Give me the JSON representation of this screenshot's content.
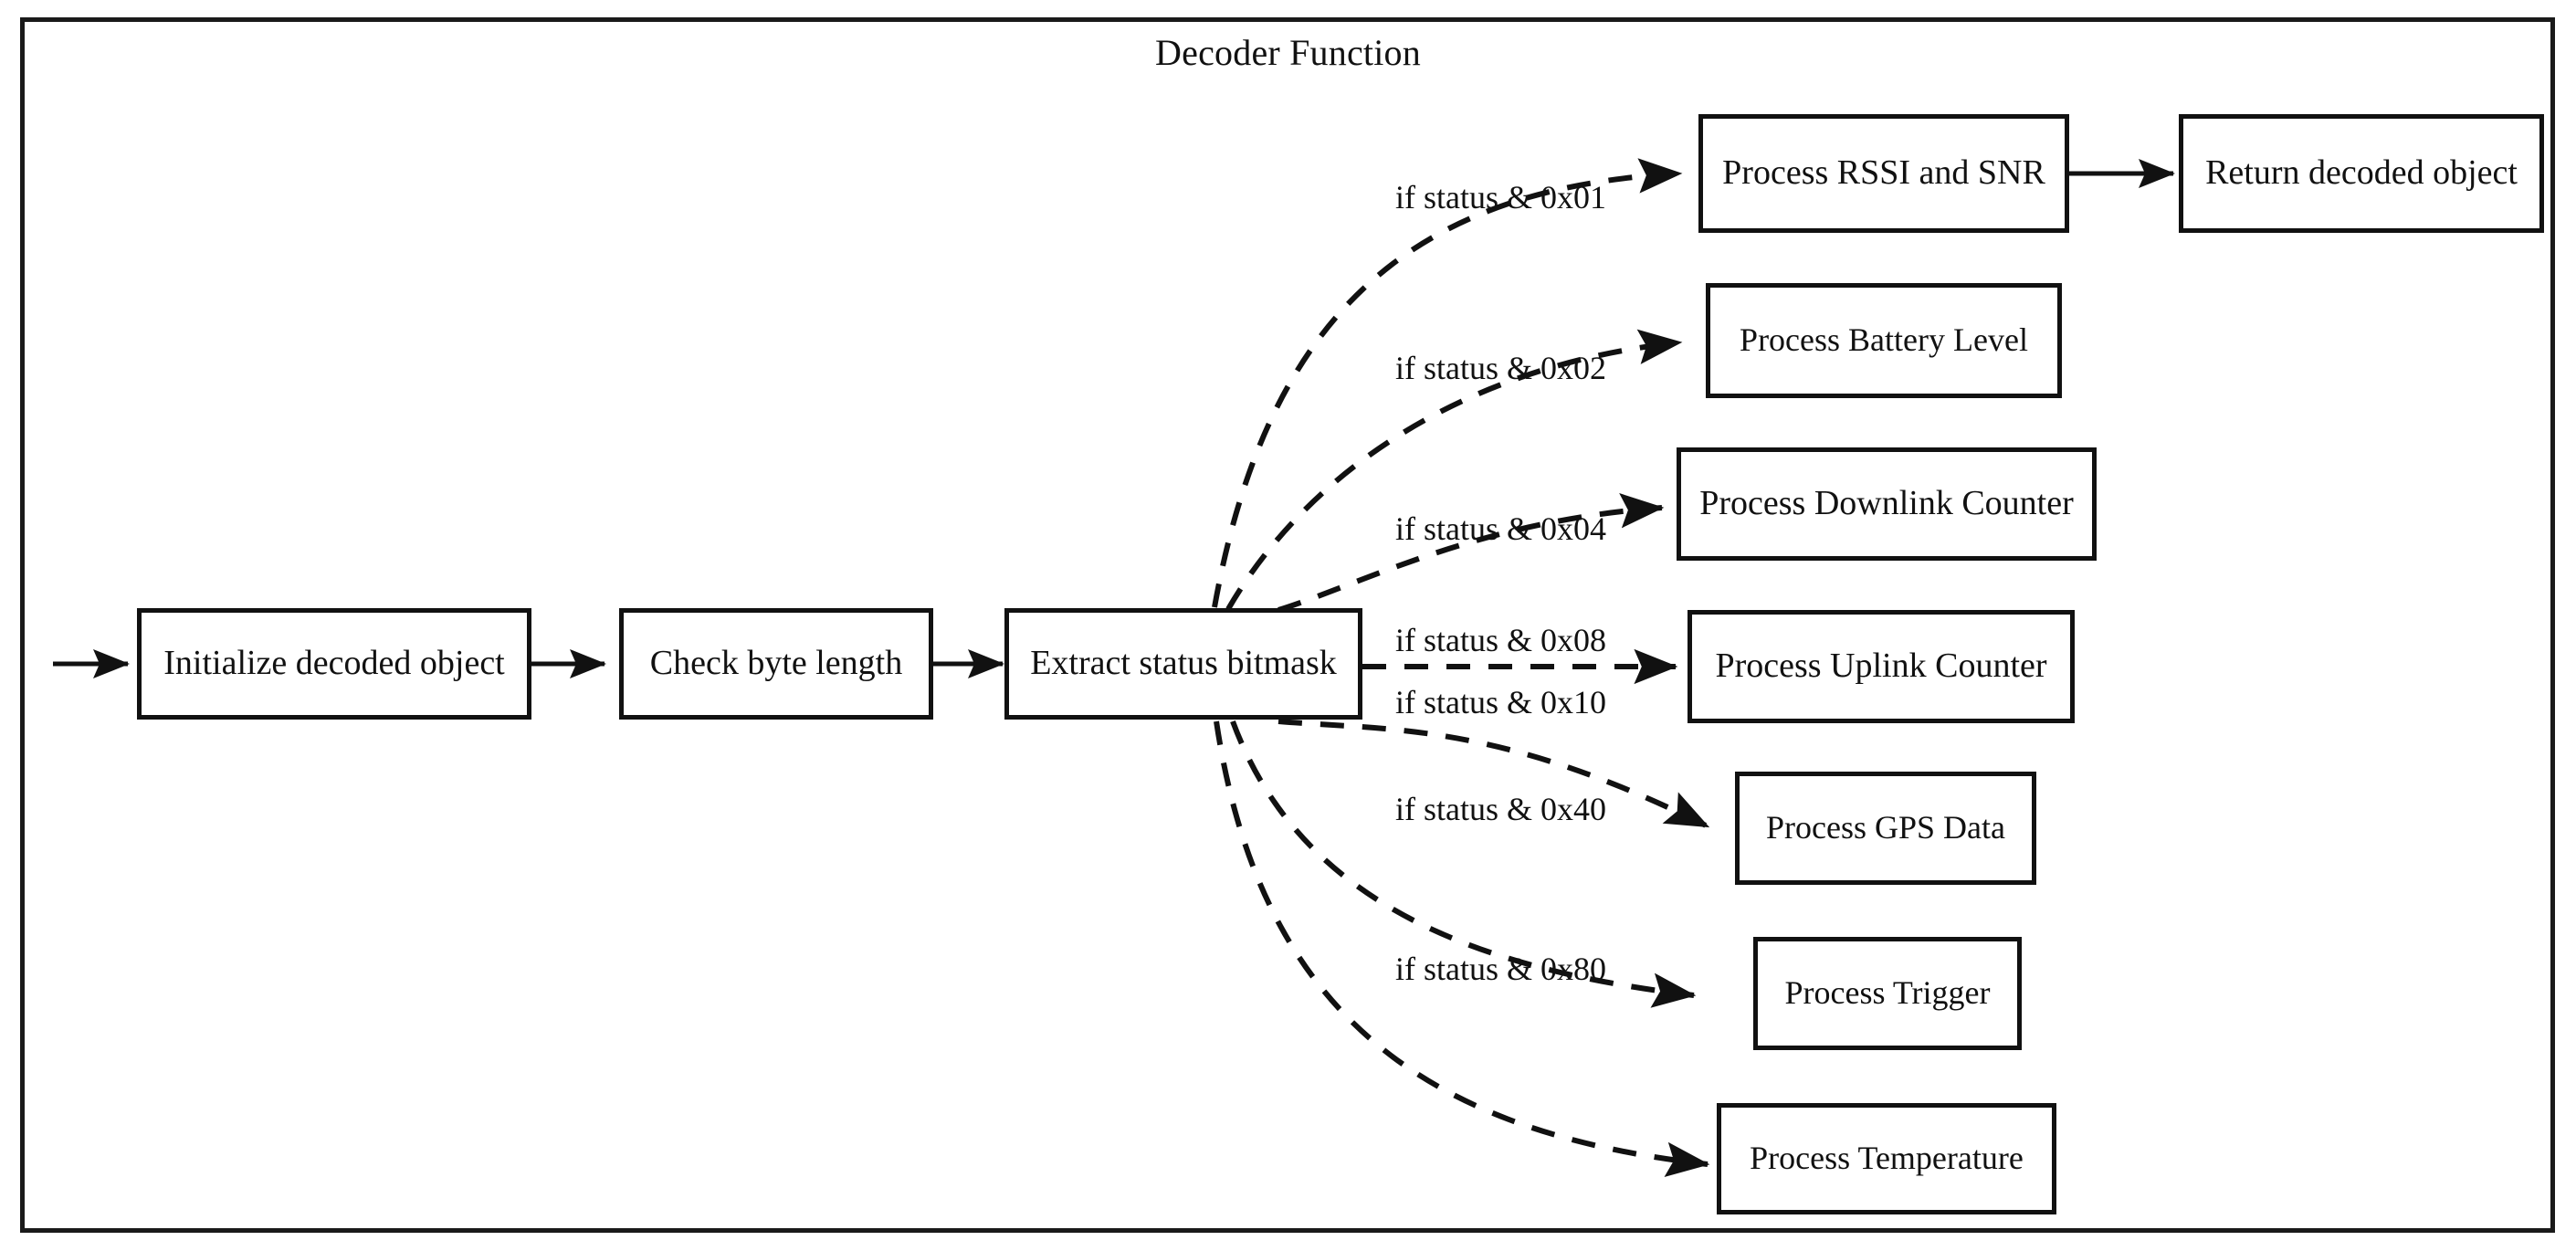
{
  "diagram": {
    "title": "Decoder Function",
    "frame": {
      "border_color": "#1a1a1a"
    },
    "nodes": {
      "initialize": "Initialize decoded object",
      "check_length": "Check byte length",
      "extract_bitmask": "Extract status bitmask",
      "rssi_snr": "Process RSSI and SNR",
      "return_object": "Return decoded object",
      "battery": "Process Battery Level",
      "downlink": "Process Downlink Counter",
      "uplink": "Process Uplink Counter",
      "gps": "Process GPS Data",
      "trigger": "Process Trigger",
      "temperature": "Process Temperature"
    },
    "edge_labels": {
      "mask_01": "if status & 0x01",
      "mask_02": "if status & 0x02",
      "mask_04": "if status & 0x04",
      "mask_08": "if status & 0x08",
      "mask_10": "if status & 0x10",
      "mask_40": "if status & 0x40",
      "mask_80": "if status & 0x80"
    },
    "colors": {
      "line": "#111111",
      "background": "#ffffff"
    }
  }
}
